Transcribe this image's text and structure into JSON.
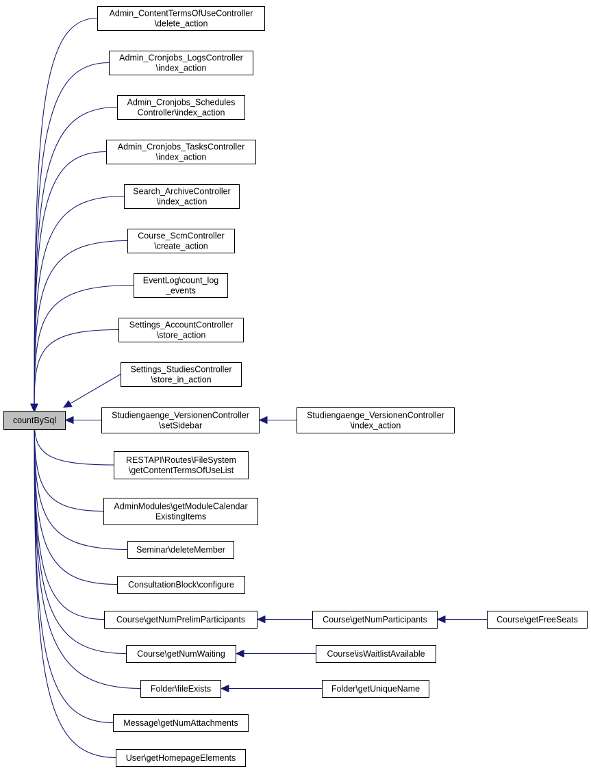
{
  "graph": {
    "colors": {
      "edge": "#191970",
      "root_fill": "#bfbfbf",
      "node_fill": "#ffffff",
      "border": "#000000"
    },
    "root": {
      "id": "root",
      "lines": [
        "countBySql"
      ]
    },
    "nodes": [
      {
        "id": "n1",
        "lines": [
          "Admin_ContentTermsOfUseController",
          "\\delete_action"
        ]
      },
      {
        "id": "n2",
        "lines": [
          "Admin_Cronjobs_LogsController",
          "\\index_action"
        ]
      },
      {
        "id": "n3",
        "lines": [
          "Admin_Cronjobs_Schedules",
          "Controller\\index_action"
        ]
      },
      {
        "id": "n4",
        "lines": [
          "Admin_Cronjobs_TasksController",
          "\\index_action"
        ]
      },
      {
        "id": "n5",
        "lines": [
          "Search_ArchiveController",
          "\\index_action"
        ]
      },
      {
        "id": "n6",
        "lines": [
          "Course_ScmController",
          "\\create_action"
        ]
      },
      {
        "id": "n7",
        "lines": [
          "EventLog\\count_log",
          "_events"
        ]
      },
      {
        "id": "n8",
        "lines": [
          "Settings_AccountController",
          "\\store_action"
        ]
      },
      {
        "id": "n9",
        "lines": [
          "Settings_StudiesController",
          "\\store_in_action"
        ]
      },
      {
        "id": "n10",
        "lines": [
          "Studiengaenge_VersionenController",
          "\\setSidebar"
        ]
      },
      {
        "id": "n11",
        "lines": [
          "RESTAPI\\Routes\\FileSystem",
          "\\getContentTermsOfUseList"
        ]
      },
      {
        "id": "n12",
        "lines": [
          "AdminModules\\getModuleCalendar",
          "ExistingItems"
        ]
      },
      {
        "id": "n13",
        "lines": [
          "Seminar\\deleteMember"
        ]
      },
      {
        "id": "n14",
        "lines": [
          "ConsultationBlock\\configure"
        ]
      },
      {
        "id": "n15",
        "lines": [
          "Course\\getNumPrelimParticipants"
        ]
      },
      {
        "id": "n16",
        "lines": [
          "Course\\getNumWaiting"
        ]
      },
      {
        "id": "n17",
        "lines": [
          "Folder\\fileExists"
        ]
      },
      {
        "id": "n18",
        "lines": [
          "Message\\getNumAttachments"
        ]
      },
      {
        "id": "n19",
        "lines": [
          "User\\getHomepageElements"
        ]
      },
      {
        "id": "n20",
        "lines": [
          "Studiengaenge_VersionenController",
          "\\index_action"
        ]
      },
      {
        "id": "n21",
        "lines": [
          "Course\\getNumParticipants"
        ]
      },
      {
        "id": "n22",
        "lines": [
          "Course\\getFreeSeats"
        ]
      },
      {
        "id": "n23",
        "lines": [
          "Course\\isWaitlistAvailable"
        ]
      },
      {
        "id": "n24",
        "lines": [
          "Folder\\getUniqueName"
        ]
      }
    ],
    "edges": [
      {
        "from": "n1",
        "to": "root"
      },
      {
        "from": "n2",
        "to": "root"
      },
      {
        "from": "n3",
        "to": "root"
      },
      {
        "from": "n4",
        "to": "root"
      },
      {
        "from": "n5",
        "to": "root"
      },
      {
        "from": "n6",
        "to": "root"
      },
      {
        "from": "n7",
        "to": "root"
      },
      {
        "from": "n8",
        "to": "root"
      },
      {
        "from": "n9",
        "to": "root"
      },
      {
        "from": "n10",
        "to": "root"
      },
      {
        "from": "n11",
        "to": "root"
      },
      {
        "from": "n12",
        "to": "root"
      },
      {
        "from": "n13",
        "to": "root"
      },
      {
        "from": "n14",
        "to": "root"
      },
      {
        "from": "n15",
        "to": "root"
      },
      {
        "from": "n16",
        "to": "root"
      },
      {
        "from": "n17",
        "to": "root"
      },
      {
        "from": "n18",
        "to": "root"
      },
      {
        "from": "n19",
        "to": "root"
      },
      {
        "from": "n20",
        "to": "n10"
      },
      {
        "from": "n21",
        "to": "n15"
      },
      {
        "from": "n22",
        "to": "n21"
      },
      {
        "from": "n23",
        "to": "n16"
      },
      {
        "from": "n24",
        "to": "n17"
      }
    ]
  }
}
